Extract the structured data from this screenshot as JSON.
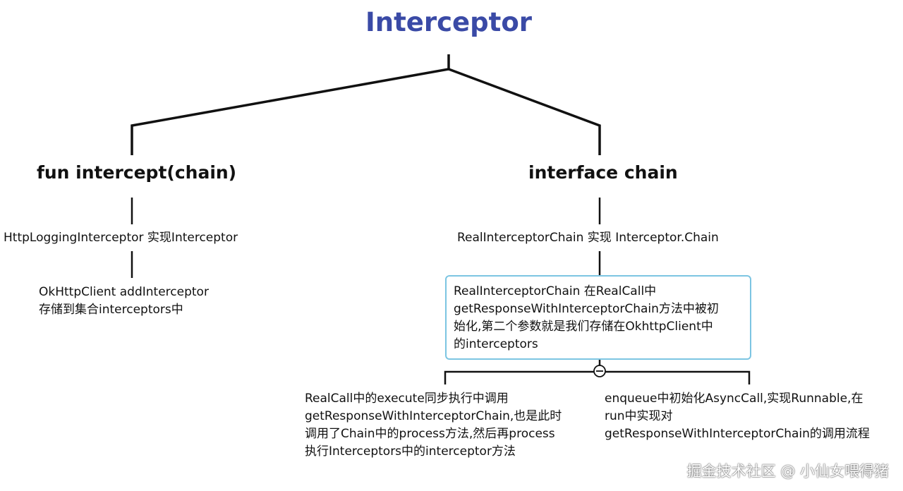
{
  "root": {
    "title": "Interceptor"
  },
  "left_branch": {
    "title": "fun intercept(chain)",
    "node1": "HttpLoggingInterceptor 实现Interceptor",
    "node2_lines": [
      "OkHttpClient addInterceptor",
      "存储到集合interceptors中"
    ]
  },
  "right_branch": {
    "title": "interface chain",
    "node1": "RealInterceptorChain 实现 Interceptor.Chain",
    "highlighted_lines": [
      "RealInterceptorChain 在RealCall中",
      "getResponseWithInterceptorChain方法中被初",
      "始化,第二个参数就是我们存储在OkhttpClient中",
      "的interceptors"
    ],
    "child_left_lines": [
      "RealCall中的execute同步执行中调用",
      "getResponseWithInterceptorChain,也是此时",
      "调用了Chain中的process方法,然后再process",
      "执行Interceptors中的interceptor方法"
    ],
    "child_right_lines": [
      "enqueue中初始化AsyncCall,实现Runnable,在",
      "run中实现对",
      "getResponseWithInterceptorChain的调用流程"
    ]
  },
  "watermark": "掘金技术社区 @ 小仙女喂得猪",
  "colors": {
    "title": "#3a4aa6",
    "lines": "#111111",
    "highlight_border": "#7cc5e2"
  }
}
